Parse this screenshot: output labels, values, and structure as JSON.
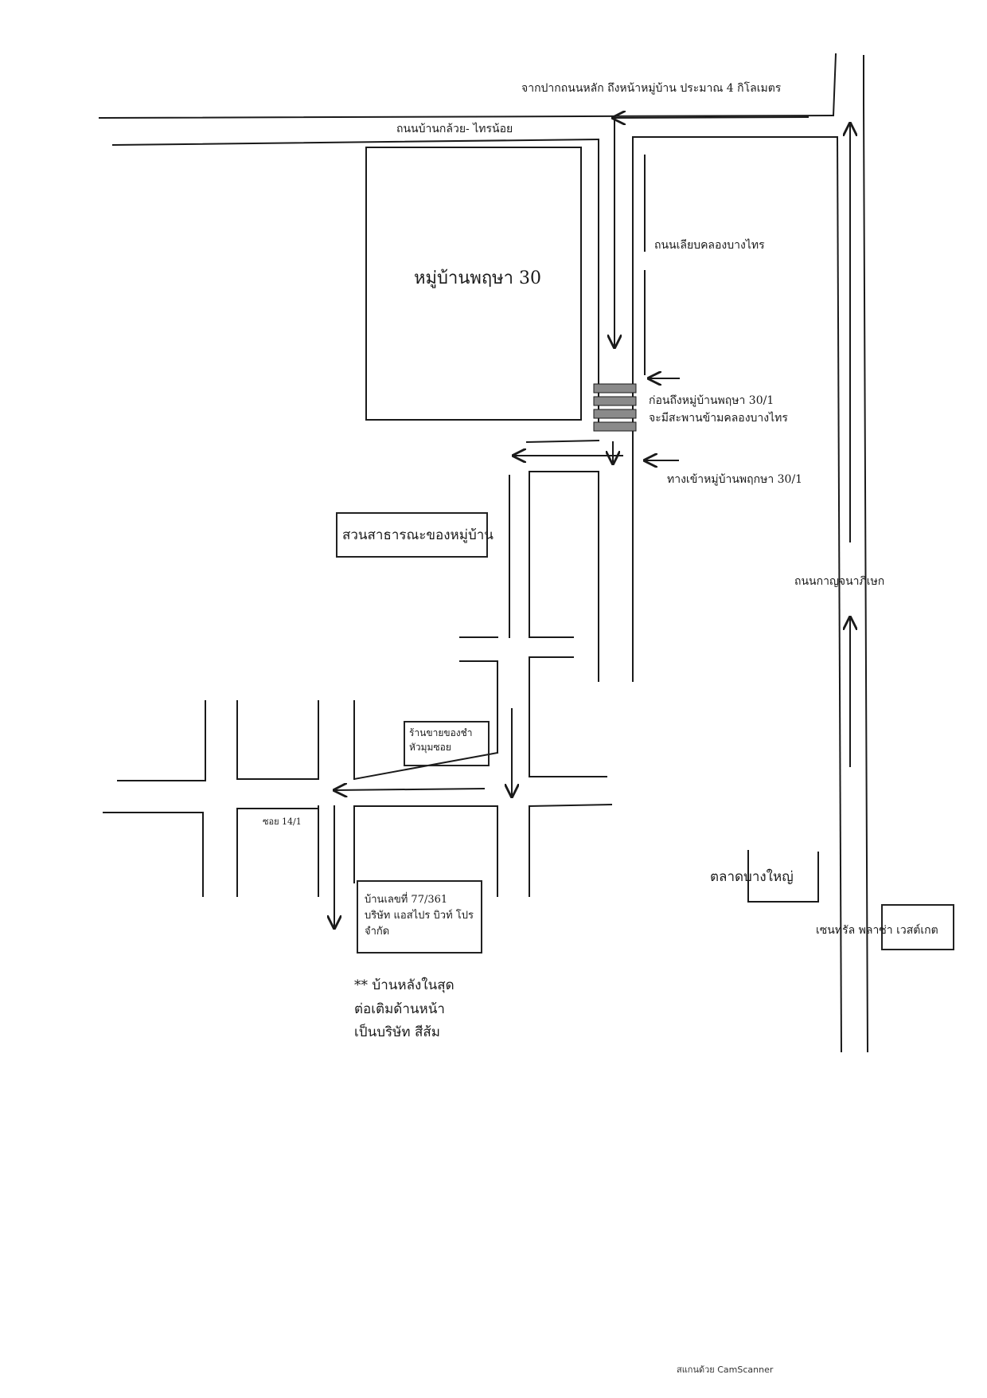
{
  "labels": {
    "main_road_distance": "จากปากถนนหลัก ถึงหน้าหมู่บ้าน ประมาณ 4 กิโลเมตร",
    "road_ban_kluai": "ถนนบ้านกล้วย- ไทรน้อย",
    "road_canal": "ถนนเลียบคลองบางไทร",
    "village_30": "หมู่บ้านพฤษา 30",
    "bridge_note_1": "ก่อนถึงหมู่บ้านพฤษา 30/1",
    "bridge_note_2": "จะมีสะพานข้ามคลองบางไทร",
    "entrance": "ทางเข้าหมู่บ้านพฤกษา 30/1",
    "park": "สวนสาธารณะของหมู่บ้าน",
    "road_kanchanaphisek": "ถนนกาญจนาภิเษก",
    "shop_line_1": "ร้านขายของชำ",
    "shop_line_2": "หัวมุมซอย",
    "soi": "ซอย 14/1",
    "house_line_1": "บ้านเลขที่ 77/361",
    "house_line_2": "บริษัท แอสไปร บิวท์ โปร",
    "house_line_3": "จำกัด",
    "note_line_1": "** บ้านหลังในสุด",
    "note_line_2": "ต่อเติมด้านหน้า",
    "note_line_3": "เป็นบริษัท สีส้ม",
    "market": "ตลาดบางใหญ่",
    "central_plaza": "เซนทรัล พลาซ่า เวสต์เกต",
    "watermark": "สแกนด้วย CamScanner"
  },
  "colors": {
    "ink": "#1a1a1a",
    "bridge_fill": "#8a8a8a"
  },
  "icons": [
    "arrow-left-icon",
    "arrow-down-icon",
    "arrow-up-icon",
    "bridge-icon"
  ]
}
